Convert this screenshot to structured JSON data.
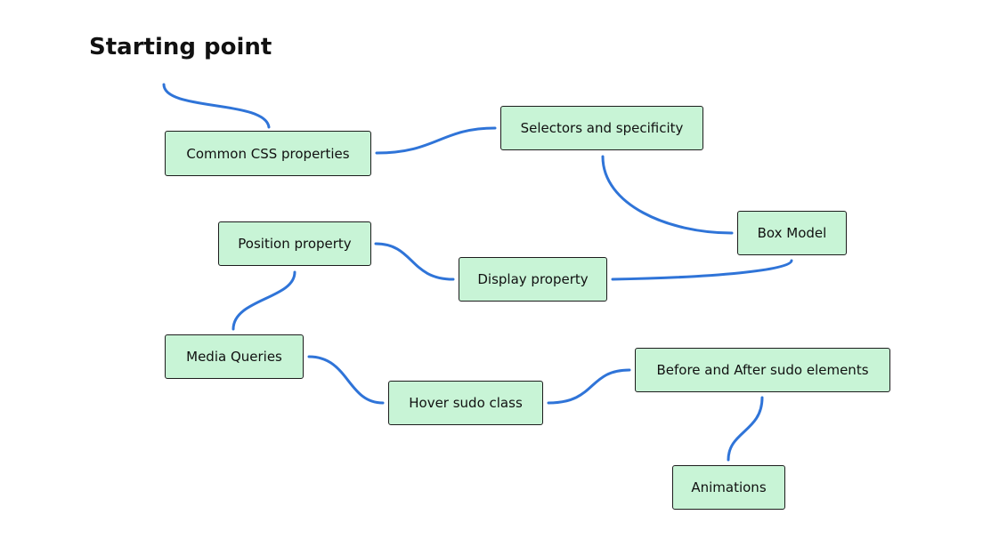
{
  "diagram": {
    "title": "Starting point",
    "nodes": {
      "common": "Common CSS properties",
      "selectors": "Selectors and specificity",
      "box_model": "Box Model",
      "position": "Position property",
      "display": "Display property",
      "media": "Media Queries",
      "hover": "Hover sudo class",
      "before_after": "Before and After sudo elements",
      "animations": "Animations"
    },
    "edges": [
      [
        "start",
        "common"
      ],
      [
        "common",
        "selectors"
      ],
      [
        "selectors",
        "box_model"
      ],
      [
        "box_model",
        "display"
      ],
      [
        "display",
        "position"
      ],
      [
        "position",
        "media"
      ],
      [
        "media",
        "hover"
      ],
      [
        "hover",
        "before_after"
      ],
      [
        "before_after",
        "animations"
      ]
    ],
    "colors": {
      "node_fill": "#c8f4d6",
      "node_border": "#1c1c1c",
      "connector": "#2f74d8"
    }
  }
}
